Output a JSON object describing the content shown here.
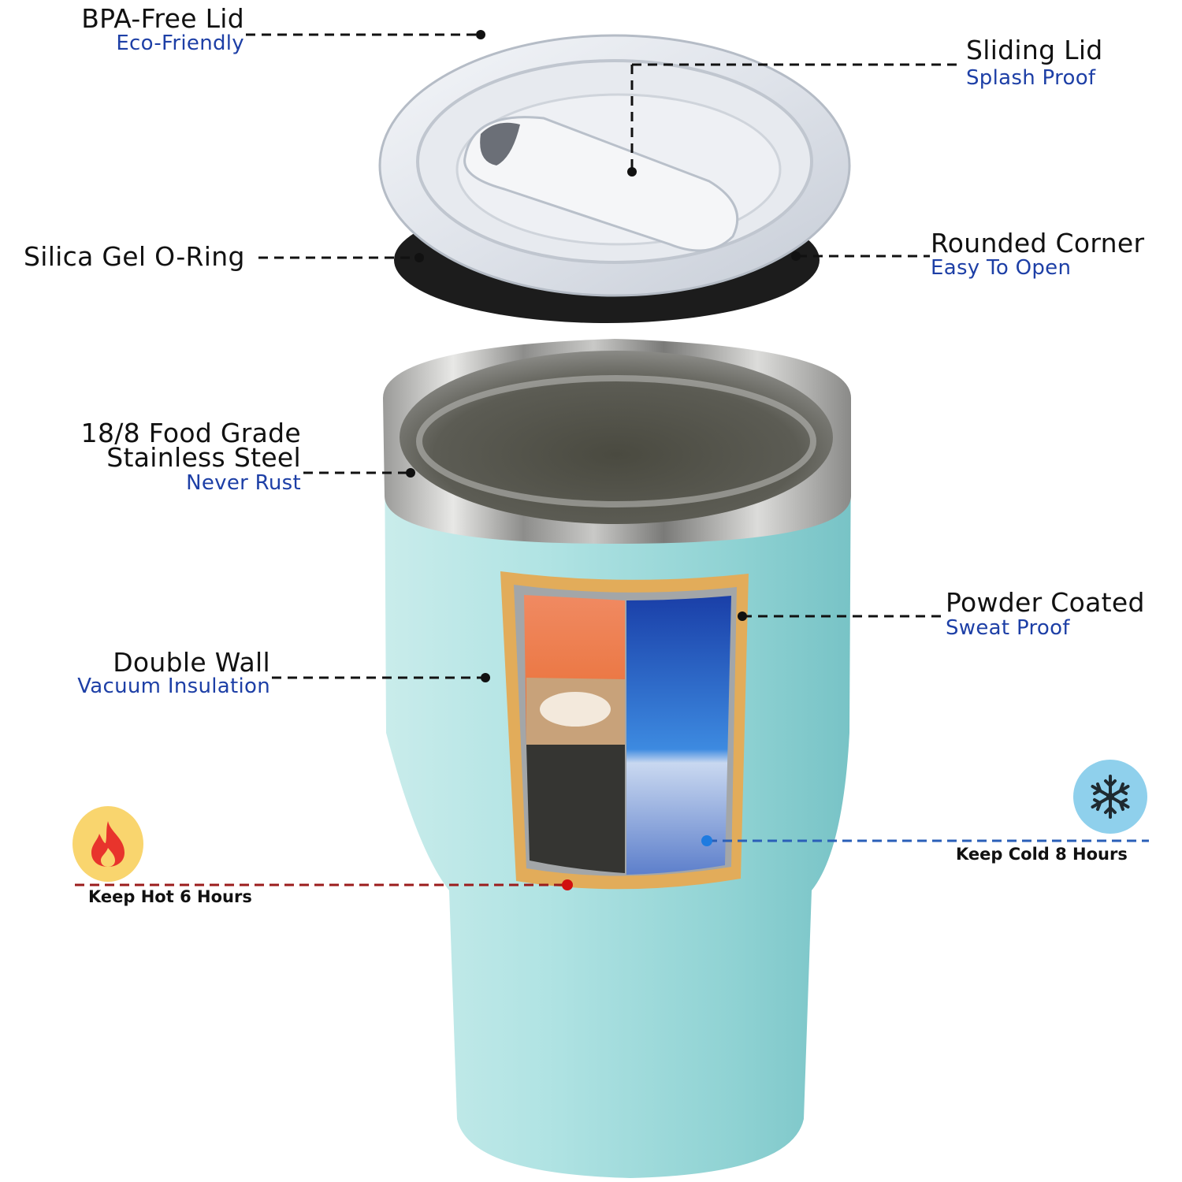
{
  "callouts": {
    "bpa_lid": {
      "title": "BPA-Free Lid",
      "subtitle": "Eco-Friendly"
    },
    "sliding_lid": {
      "title": "Sliding Lid",
      "subtitle": "Splash Proof"
    },
    "o_ring": {
      "title": "Silica Gel O-Ring"
    },
    "rounded_corner": {
      "title": "Rounded Corner",
      "subtitle": "Easy To Open"
    },
    "stainless": {
      "title_line1": "18/8 Food Grade",
      "title_line2": "Stainless Steel",
      "subtitle": "Never Rust"
    },
    "powder_coated": {
      "title": "Powder Coated",
      "subtitle": "Sweat Proof"
    },
    "double_wall": {
      "title": "Double Wall",
      "subtitle": "Vacuum Insulation"
    }
  },
  "temperature": {
    "hot": {
      "label": "Keep Hot 6 Hours",
      "icon": "flame-icon",
      "badge_color": "#f9d56e",
      "line_color": "#9b1c1c",
      "dot_color": "#d10f0f"
    },
    "cold": {
      "label": "Keep Cold 8 Hours",
      "icon": "snowflake-icon",
      "badge_color": "#8fd0ec",
      "line_color": "#2a5fb8",
      "dot_color": "#1e7be0"
    }
  },
  "colors": {
    "title_text": "#111111",
    "subtitle_text": "#1d3fa6",
    "tumbler_body": "#a6dfe0",
    "label_frame": "#e2ac5a"
  }
}
